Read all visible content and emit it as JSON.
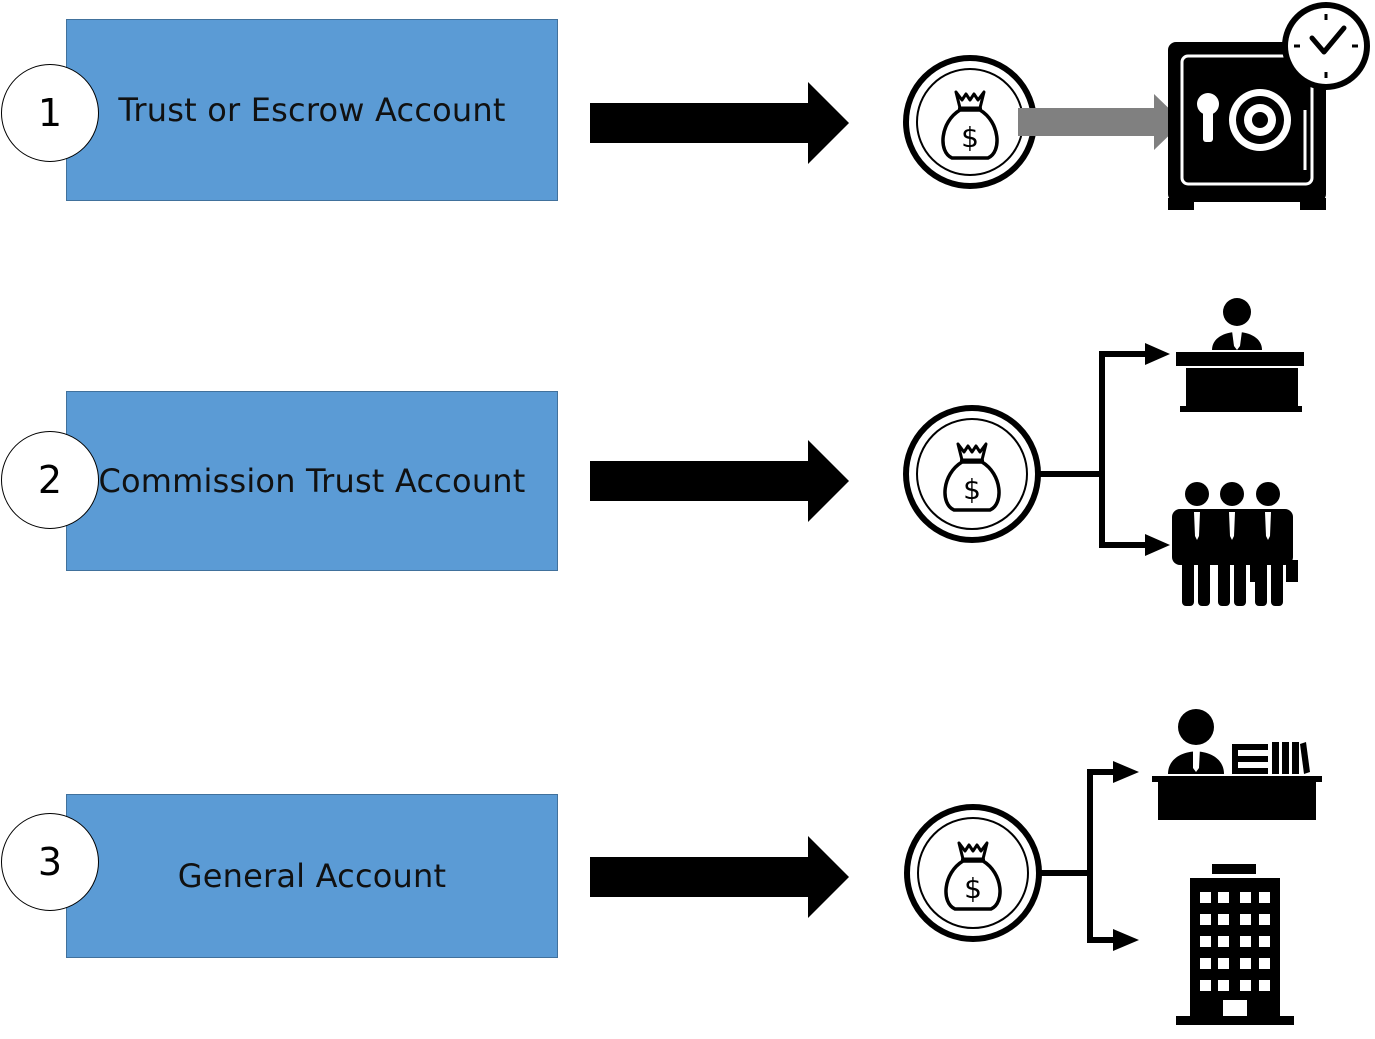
{
  "rows": [
    {
      "number": "1",
      "label": "Trust or Escrow Account"
    },
    {
      "number": "2",
      "label": "Commission Trust Account"
    },
    {
      "number": "3",
      "label": "General Account"
    }
  ],
  "icons": {
    "money_bag_symbol": "$"
  },
  "colors": {
    "box_fill": "#5b9bd5",
    "box_border": "#41719c",
    "arrow": "#000000",
    "gray_arrow": "#808080"
  }
}
